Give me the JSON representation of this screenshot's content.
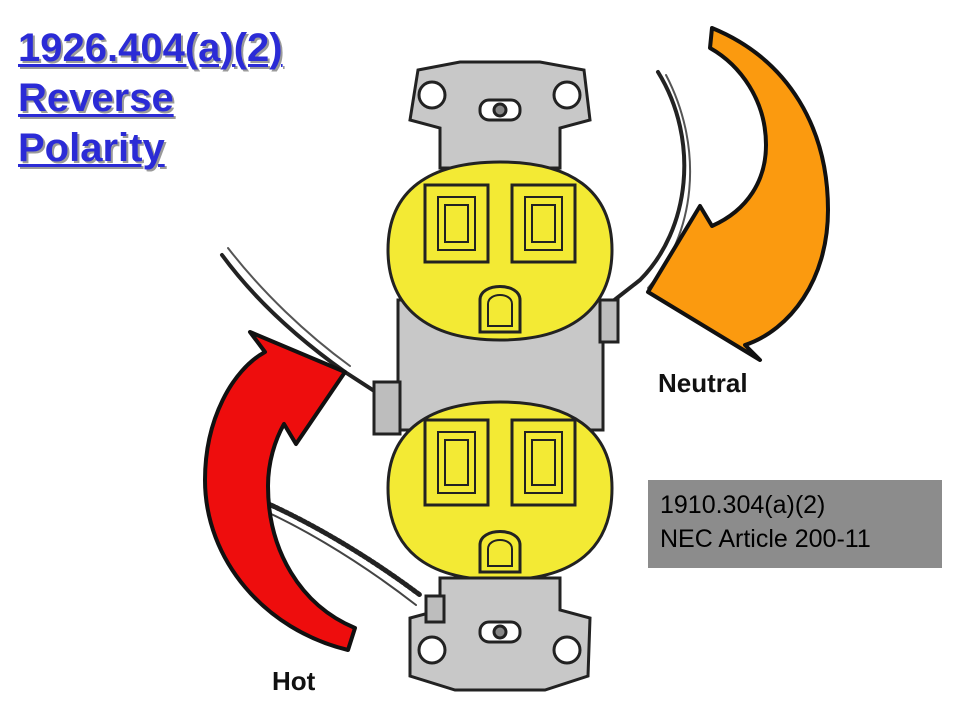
{
  "title": {
    "line1": "1926.404(a)(2)",
    "line2": "Reverse",
    "line3": "Polarity"
  },
  "labels": {
    "neutral": "Neutral",
    "hot": "Hot"
  },
  "reference": {
    "line1": "1910.304(a)(2)",
    "line2": "NEC Article 200-11"
  },
  "colors": {
    "title": "#2b2bd6",
    "receptacle_face": "#f3ea34",
    "mounting_strap": "#c8c8c8",
    "hot_arrow": "#ee0d0d",
    "neutral_arrow": "#fb9a0f",
    "reference_box": "#8c8c8c"
  },
  "icons": {
    "receptacle": "duplex-receptacle-icon",
    "hot_arrow": "curved-arrow-icon",
    "neutral_arrow": "curved-arrow-icon"
  }
}
